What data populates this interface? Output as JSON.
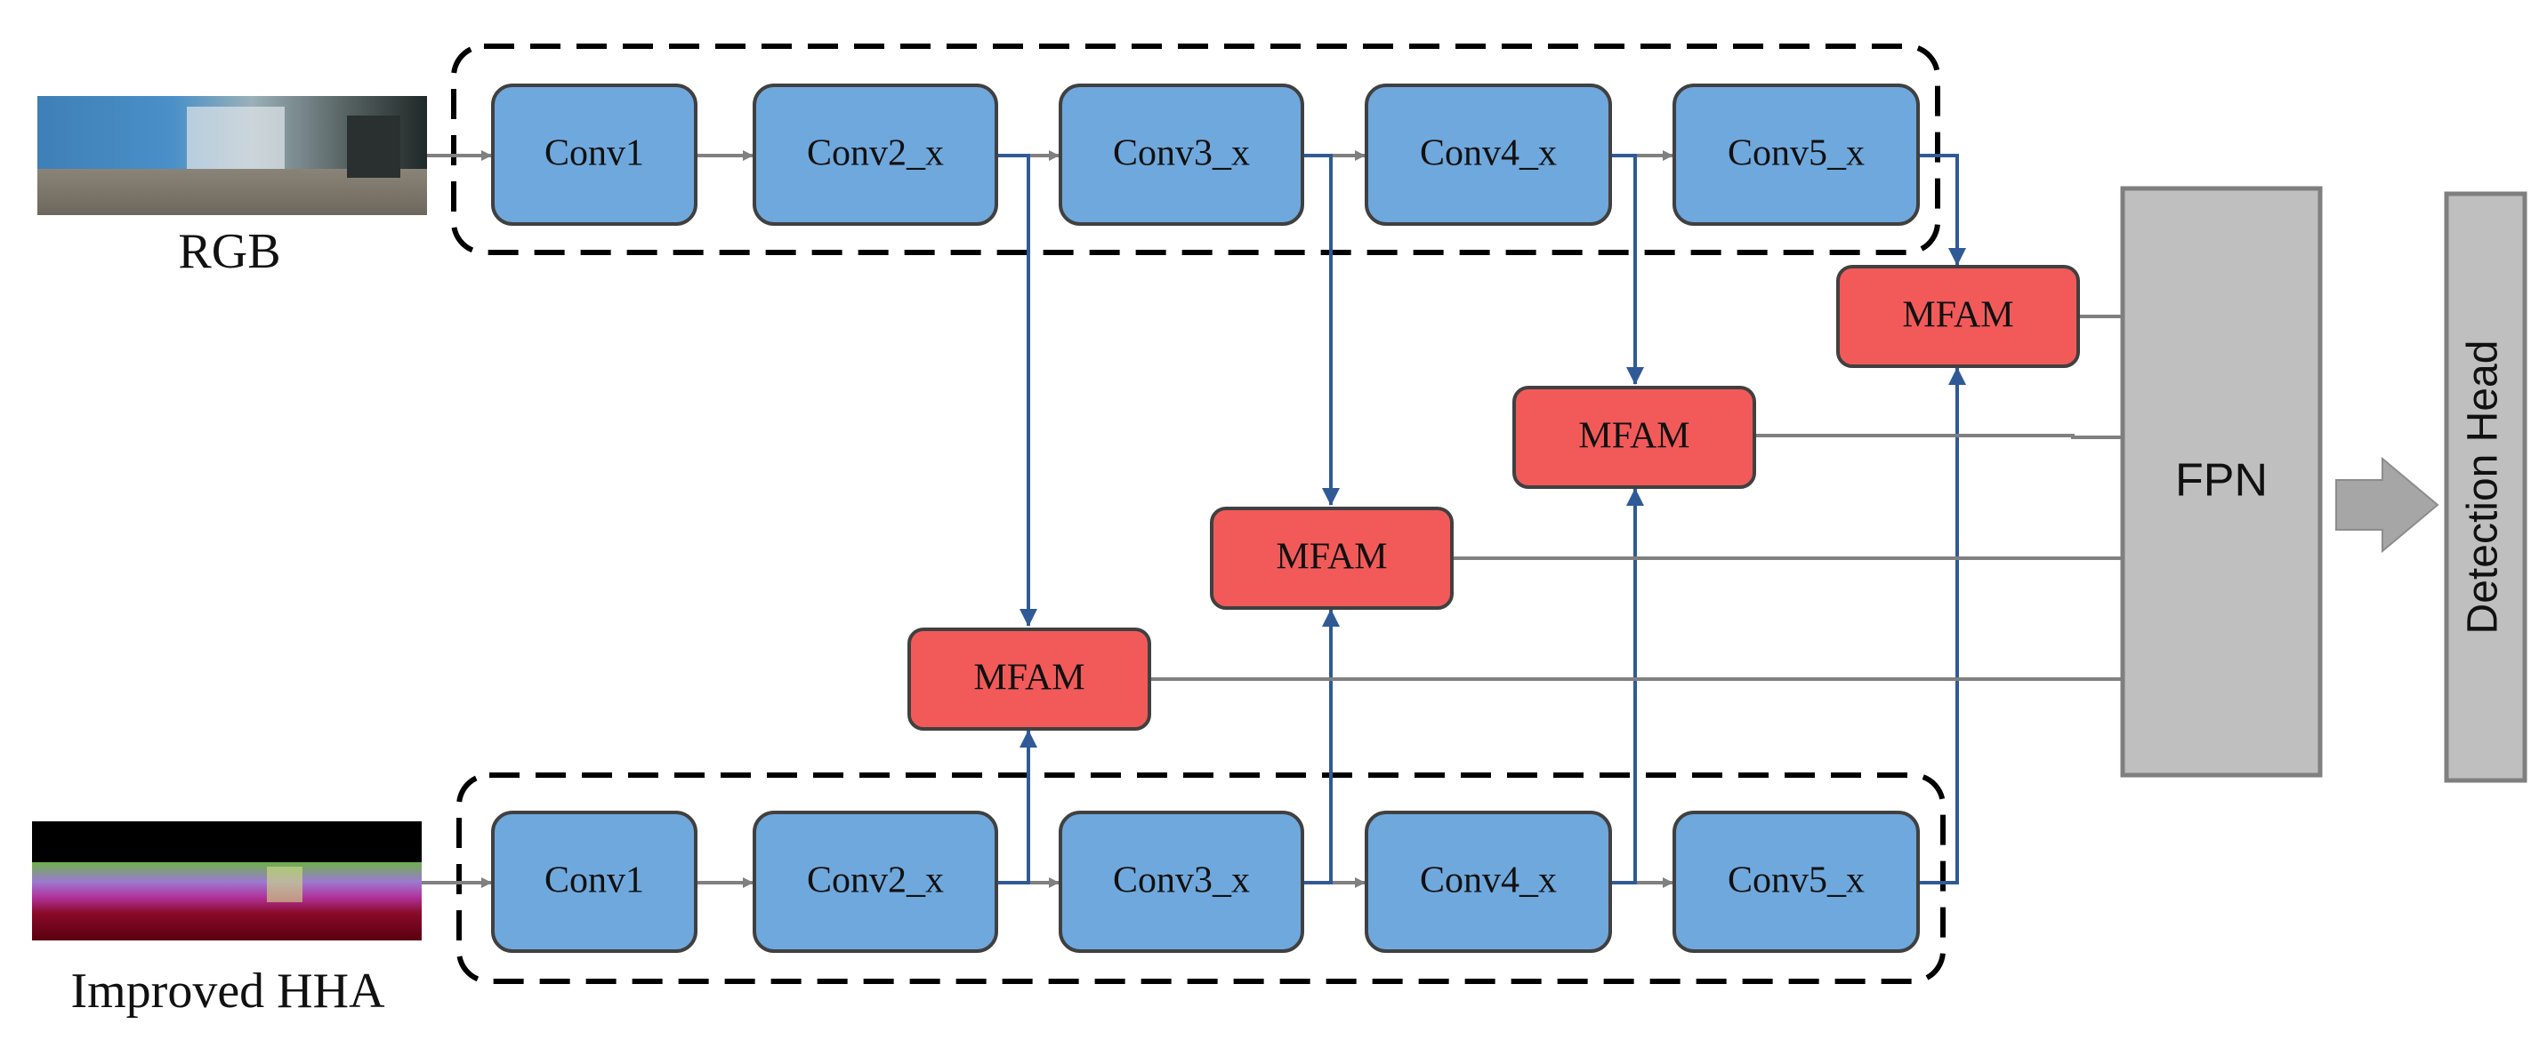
{
  "images": {
    "rgb_label": "RGB",
    "hha_label": "Improved HHA"
  },
  "rgb_stream": {
    "blocks": [
      "Conv1",
      "Conv2_x",
      "Conv3_x",
      "Conv4_x",
      "Conv5_x"
    ]
  },
  "hha_stream": {
    "blocks": [
      "Conv1",
      "Conv2_x",
      "Conv3_x",
      "Conv4_x",
      "Conv5_x"
    ]
  },
  "fusion": {
    "modules": [
      "MFAM",
      "MFAM",
      "MFAM",
      "MFAM"
    ]
  },
  "fpn_label": "FPN",
  "detection_head_label": "Detection Head",
  "colors": {
    "conv_fill": "#6fa8dc",
    "mfam_fill": "#f25a5a",
    "gray_box": "#bfbfbf",
    "blue_arrow": "#2f5a96",
    "gray_arrow": "#808080"
  }
}
